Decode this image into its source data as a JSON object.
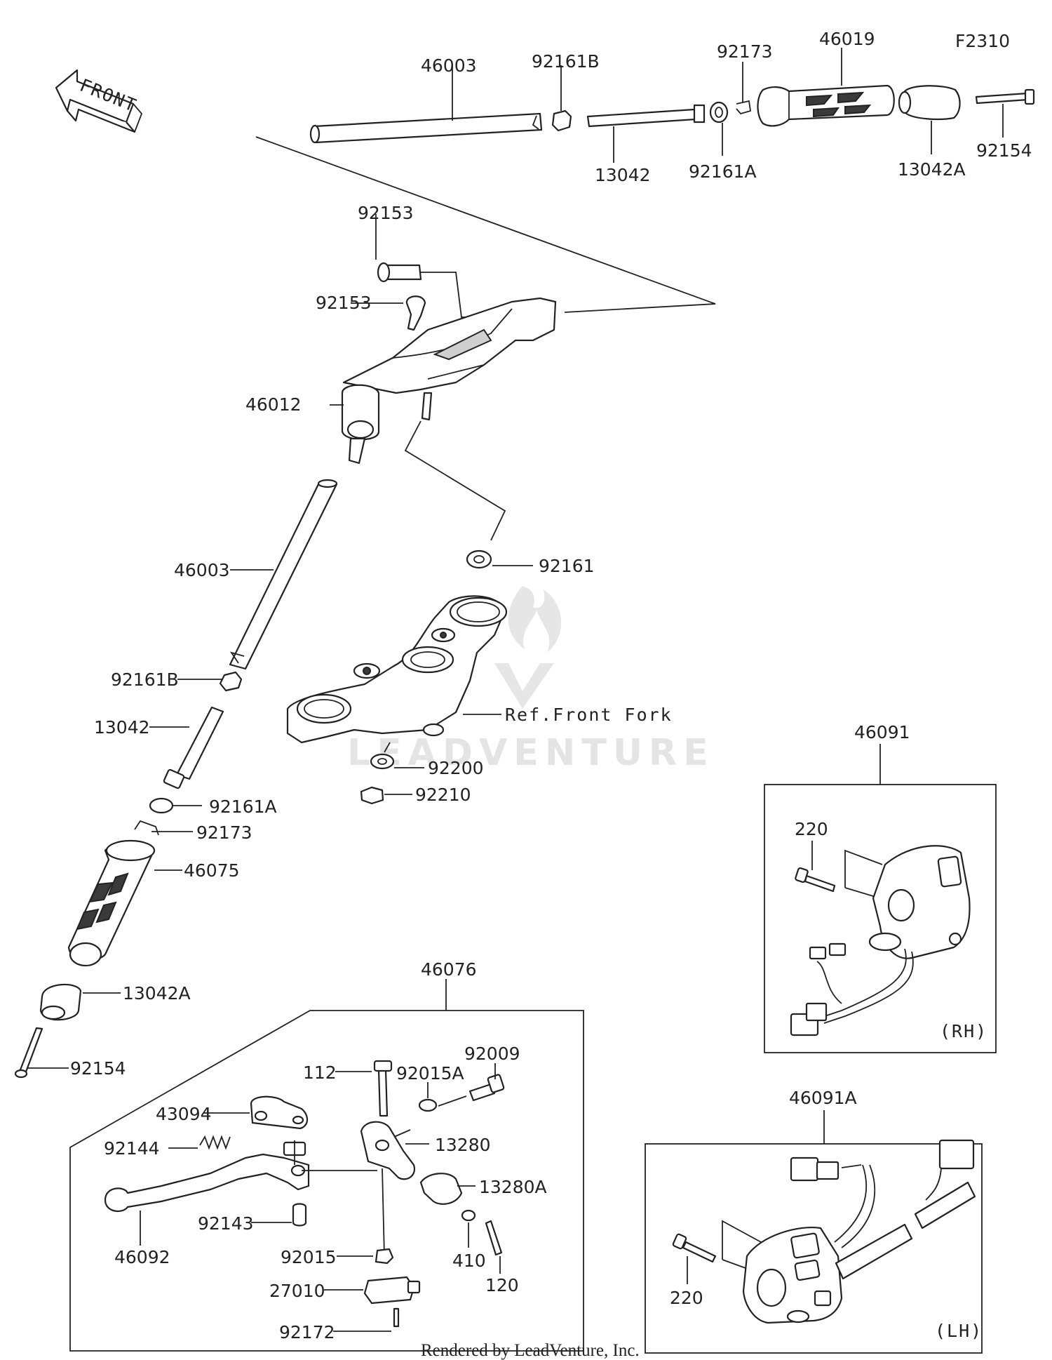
{
  "diagram_code": "F2310",
  "front_label": "FRONT",
  "footer": "Rendered by LeadVenture, Inc.",
  "watermark": "LEADVENTURE",
  "ref_front_fork": "Ref.Front Fork",
  "labels": {
    "p46003_top": "46003",
    "p92161b_top": "92161B",
    "p92173_top": "92173",
    "p46019": "46019",
    "p13042_top": "13042",
    "p92161a_top": "92161A",
    "p13042a_top": "13042A",
    "p92154_top": "92154",
    "p92153_a": "92153",
    "p92153_b": "92153",
    "p46012": "46012",
    "p46003_left": "46003",
    "p92161": "92161",
    "p92161b_left": "92161B",
    "p13042_left": "13042",
    "p92200": "92200",
    "p92210": "92210",
    "p92161a_left": "92161A",
    "p92173_left": "92173",
    "p46075": "46075",
    "p13042a_left": "13042A",
    "p92154_left": "92154",
    "p46076": "46076",
    "p92009": "92009",
    "p92015a": "92015A",
    "p112": "112",
    "p43094": "43094",
    "p13280": "13280",
    "p92144": "92144",
    "p13280a": "13280A",
    "p92143": "92143",
    "p46092": "46092",
    "p92015": "92015",
    "p410": "410",
    "p27010": "27010",
    "p120": "120",
    "p92172": "92172",
    "p46091": "46091",
    "p220_rh": "220",
    "rh": "(RH)",
    "p46091a": "46091A",
    "p220_lh": "220",
    "lh": "(LH)"
  }
}
